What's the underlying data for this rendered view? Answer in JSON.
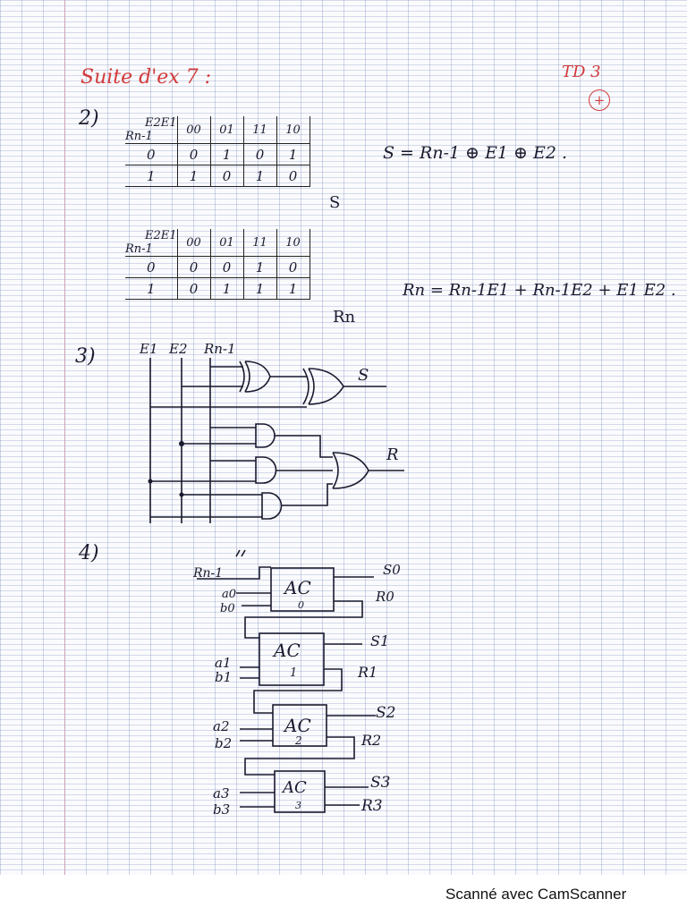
{
  "header": {
    "title": "Suite d'ex 7 :",
    "td": "TD 3"
  },
  "section2": {
    "label": "2)",
    "kmap_s": {
      "corner_top": "E2E1",
      "corner_side": "Rn-1",
      "cols": [
        "00",
        "01",
        "11",
        "10"
      ],
      "rows": [
        {
          "r": "0",
          "cells": [
            "0",
            "1",
            "0",
            "1"
          ]
        },
        {
          "r": "1",
          "cells": [
            "1",
            "0",
            "1",
            "0"
          ]
        }
      ],
      "output": "S"
    },
    "eq_s": "S = Rn-1 ⊕ E1 ⊕ E2 .",
    "kmap_r": {
      "corner_top": "E2E1",
      "corner_side": "Rn-1",
      "cols": [
        "00",
        "01",
        "11",
        "10"
      ],
      "rows": [
        {
          "r": "0",
          "cells": [
            "0",
            "0",
            "1",
            "0"
          ]
        },
        {
          "r": "1",
          "cells": [
            "0",
            "1",
            "1",
            "1"
          ]
        }
      ],
      "output": "Rn"
    },
    "eq_r": "Rn = Rn-1E1 + Rn-1E2 + E1 E2 ."
  },
  "section3": {
    "label": "3)",
    "inputs": [
      "E1",
      "E2",
      "Rn-1"
    ],
    "out_s": "S",
    "out_r": "R"
  },
  "section4": {
    "label": "4)",
    "carry_in": "Rn-1",
    "blocks": [
      {
        "name": "AC",
        "index": "0",
        "a": "a0",
        "b": "b0",
        "s": "S0",
        "r": "R0"
      },
      {
        "name": "AC",
        "index": "1",
        "a": "a1",
        "b": "b1",
        "s": "S1",
        "r": "R1"
      },
      {
        "name": "AC",
        "index": "2",
        "a": "a2",
        "b": "b2",
        "s": "S2",
        "r": "R2"
      },
      {
        "name": "AC",
        "index": "3",
        "a": "a3",
        "b": "b3",
        "s": "S3",
        "r": "R3"
      }
    ]
  },
  "footer": "Scanné avec CamScanner",
  "colors": {
    "ink": "#1a1a2e",
    "red": "#d23a3a"
  }
}
